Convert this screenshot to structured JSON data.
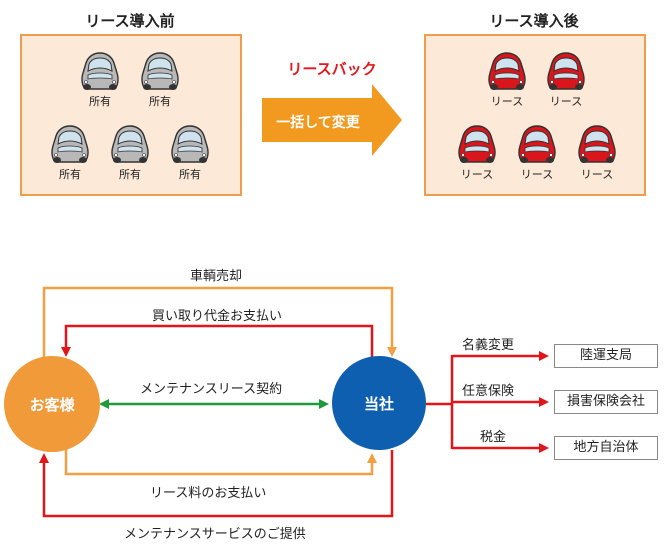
{
  "before": {
    "title": "リース導入前",
    "cars": [
      {
        "label": "所有",
        "color": "#b8b8b8"
      },
      {
        "label": "所有",
        "color": "#b8b8b8"
      },
      {
        "label": "所有",
        "color": "#b8b8b8"
      },
      {
        "label": "所有",
        "color": "#b8b8b8"
      },
      {
        "label": "所有",
        "color": "#b8b8b8"
      }
    ]
  },
  "after": {
    "title": "リース導入後",
    "cars": [
      {
        "label": "リース",
        "color": "#d8161b"
      },
      {
        "label": "リース",
        "color": "#d8161b"
      },
      {
        "label": "リース",
        "color": "#d8161b"
      },
      {
        "label": "リース",
        "color": "#d8161b"
      },
      {
        "label": "リース",
        "color": "#d8161b"
      }
    ]
  },
  "transition": {
    "title": "リースバック",
    "arrow_label": "一括して変更"
  },
  "flow": {
    "customer": "お客様",
    "company": "当社",
    "sale": "車輌売却",
    "purchase_payment": "買い取り代金お支払い",
    "contract": "メンテナンスリース契約",
    "lease_payment": "リース料のお支払い",
    "maintenance": "メンテナンスサービスのご提供"
  },
  "procedures": [
    {
      "action": "名義変更",
      "target": "陸運支局"
    },
    {
      "action": "任意保険",
      "target": "損害保険会社"
    },
    {
      "action": "税金",
      "target": "地方自治体"
    }
  ],
  "colors": {
    "orange": "#f0a040",
    "red": "#e0161b",
    "green": "#1e9a3a",
    "blue": "#0f5fb0",
    "customer_fill": "#f09a3a"
  }
}
